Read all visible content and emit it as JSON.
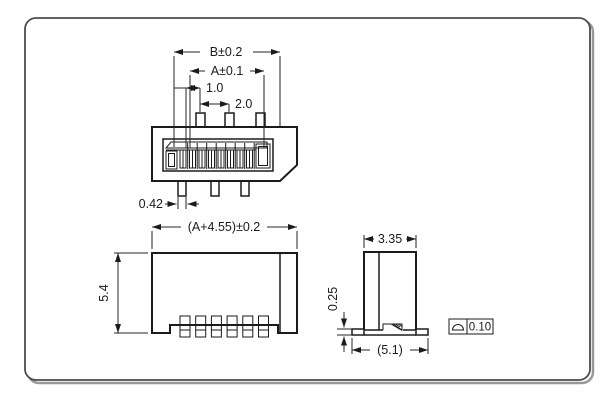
{
  "drawing": {
    "dims": {
      "top": {
        "overall_width": "B±0.2",
        "contact_span": "A±0.1",
        "edge_offset": "1.0",
        "pin_pitch": "2.0",
        "pin_width": "0.42"
      },
      "front": {
        "body_width": "(A+4.55)±0.2",
        "body_height": "5.4"
      },
      "side": {
        "depth": "3.35",
        "foot_height": "0.25",
        "footprint_width": "(5.1)",
        "coplanarity": "0.10"
      }
    },
    "geometry": {
      "teeth_count": 8,
      "top_pin_count": 3,
      "bottom_pin_count": 3,
      "front_pin_count": 6
    },
    "colors": {
      "line": "#1b1b1b",
      "border": "#4c4c4c",
      "shadow": "#999999",
      "background": "#ffffff"
    }
  }
}
